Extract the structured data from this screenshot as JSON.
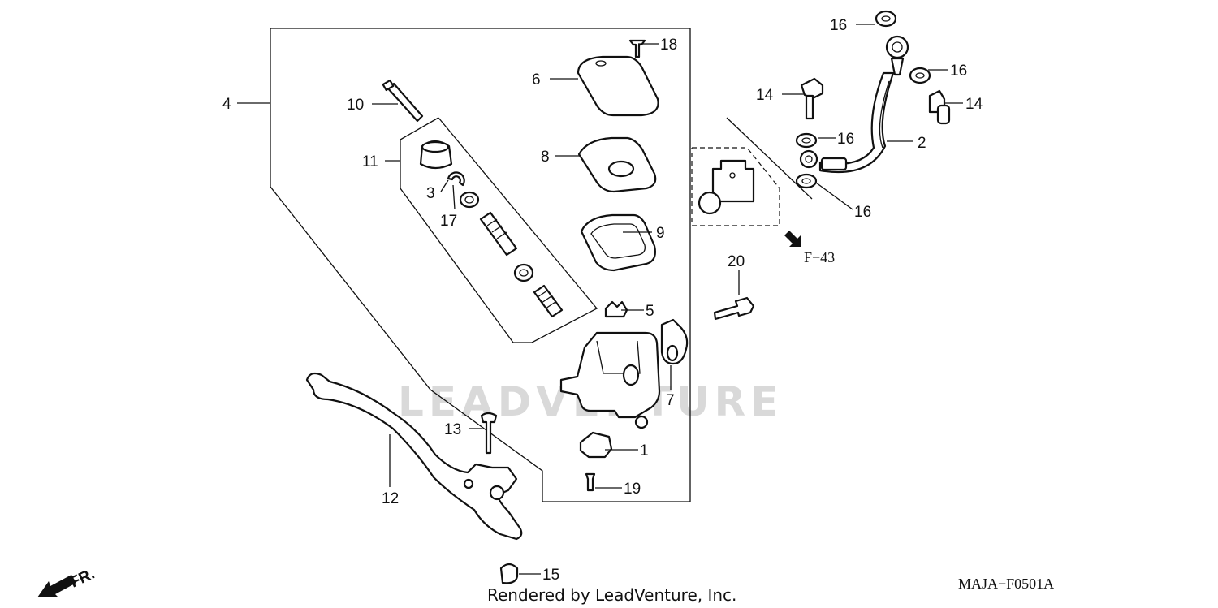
{
  "watermark": "LEADVENTURE",
  "footer": {
    "credit": "Rendered by LeadVenture, Inc.",
    "diagram_code": "MAJA−F0501A"
  },
  "direction_marker": {
    "text": "FR.",
    "icon": "arrow-icon"
  },
  "reference": {
    "text": "F−43",
    "icon": "arrow-icon"
  },
  "callouts": [
    "1",
    "2",
    "3",
    "4",
    "5",
    "6",
    "7",
    "8",
    "9",
    "10",
    "11",
    "12",
    "13",
    "14",
    "14",
    "15",
    "16",
    "16",
    "16",
    "16",
    "17",
    "18",
    "19",
    "20"
  ]
}
